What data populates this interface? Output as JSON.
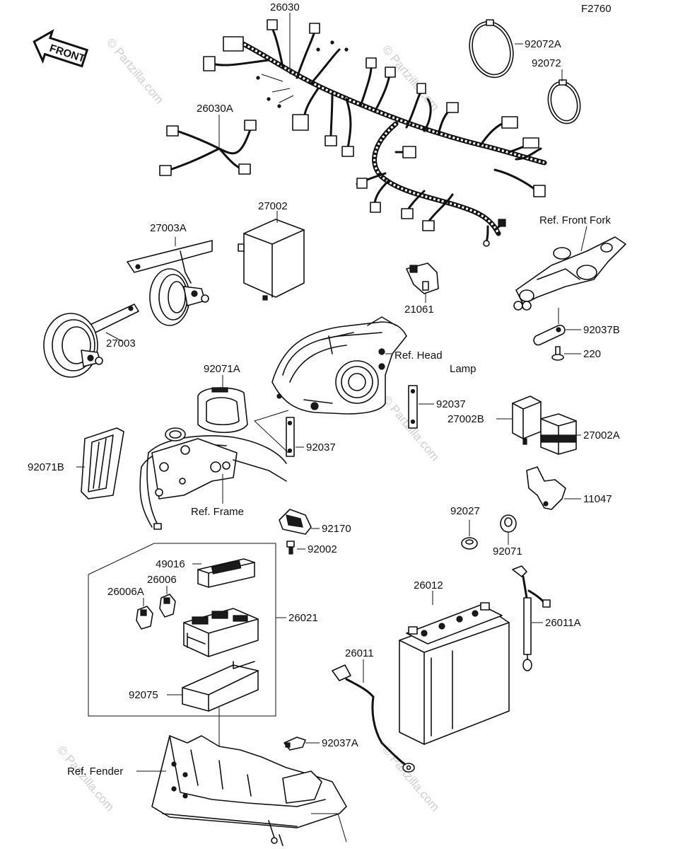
{
  "diagram": {
    "code": "F2760",
    "front_label": "FRONT",
    "watermark": "© Partzilla.com",
    "labels": {
      "p26030": "26030",
      "p26030A": "26030A",
      "p92072A": "92072A",
      "p92072": "92072",
      "p27002": "27002",
      "p27003A": "27003A",
      "p27003": "27003",
      "p21061": "21061",
      "ref_front_fork": "Ref. Front Fork",
      "p92037B": "92037B",
      "p220": "220",
      "ref_head": "Ref. Head",
      "ref_lamp": "Lamp",
      "p92071A": "92071A",
      "p92037_r": "92037",
      "p92037_l": "92037",
      "p27002B": "27002B",
      "p27002A": "27002A",
      "p92071B": "92071B",
      "ref_frame": "Ref. Frame",
      "p11047": "11047",
      "p92027": "92027",
      "p92071": "92071",
      "p92170": "92170",
      "p92002": "92002",
      "p49016": "49016",
      "p26006": "26006",
      "p26006A": "26006A",
      "p26021": "26021",
      "p26012": "26012",
      "p26011A": "26011A",
      "p26011": "26011",
      "p92075": "92075",
      "p92037A": "92037A",
      "ref_fender": "Ref. Fender"
    }
  }
}
